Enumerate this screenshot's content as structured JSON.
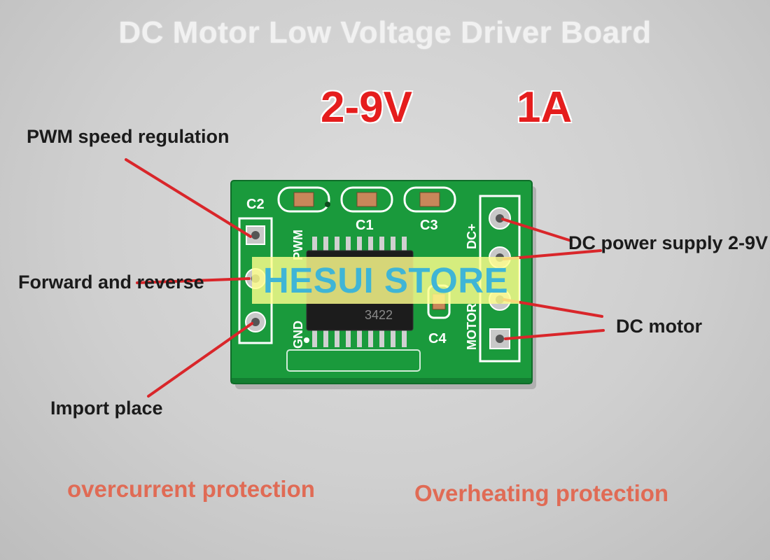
{
  "title": "DC Motor Low Voltage Driver Board",
  "specs": {
    "voltage": "2-9V",
    "current": "1A"
  },
  "callouts": {
    "pwm": "PWM speed regulation",
    "direction": "Forward and reverse",
    "import": "Import place",
    "power": "DC power supply 2-9V",
    "motor": "DC motor"
  },
  "silkscreen": {
    "c1": "C1",
    "c2": "C2",
    "c3": "C3",
    "c4": "C4",
    "pwm": "PWM",
    "gnd": "GND",
    "dc": "DC+",
    "motor": "MOTOR",
    "chip": "3422"
  },
  "protections": {
    "overcurrent": "overcurrent protection",
    "overheating": "Overheating protection"
  },
  "watermark": "HESUI STORE",
  "colors": {
    "pcb": "#1a9a3c",
    "callout_line": "#d9262a",
    "spec_text": "#e51d1d",
    "protection_text": "#e06b55",
    "watermark_bg": "#ffff8c",
    "watermark_text": "#3fb5d6"
  }
}
